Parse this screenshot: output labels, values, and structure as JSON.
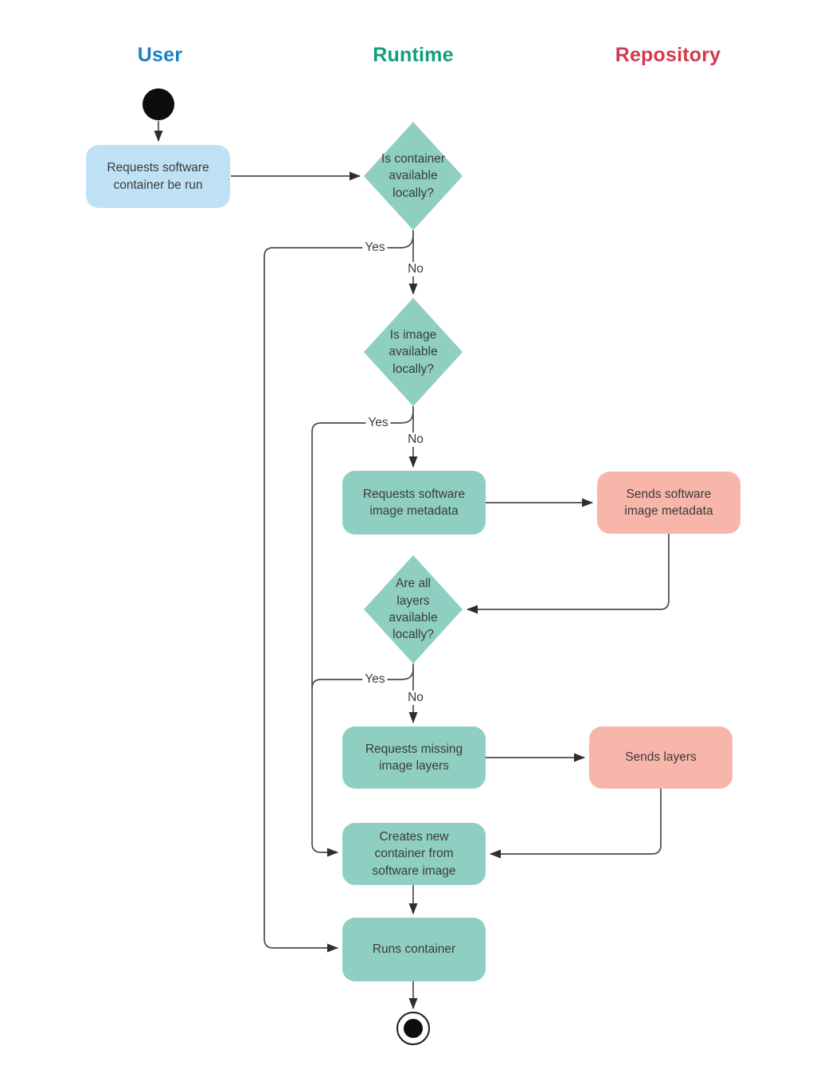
{
  "lanes": [
    {
      "label": "User",
      "color": "#1a80c5"
    },
    {
      "label": "Runtime",
      "color": "#10a078"
    },
    {
      "label": "Repository",
      "color": "#d23a4d"
    }
  ],
  "palette": {
    "user_action_fill": "#bfe1f6",
    "runtime_fill": "#8ecfc1",
    "repository_fill": "#f8b5aa",
    "connector": "#4b4b4b",
    "node_text": "#3b3b3b"
  },
  "nodes": {
    "user_request": "Requests software container be run",
    "decision_container_available": "Is container available locally?",
    "decision_image_available": "Is image available locally?",
    "request_image_metadata": "Requests software image metadata",
    "sends_image_metadata": "Sends software image metadata",
    "decision_layers_available": "Are all layers available locally?",
    "request_missing_layers": "Requests missing image layers",
    "sends_layers": "Sends layers",
    "creates_container": "Creates new container from software image",
    "runs_container": "Runs container"
  },
  "edge_labels": {
    "container_yes": "Yes",
    "container_no": "No",
    "image_yes": "Yes",
    "image_no": "No",
    "layers_yes": "Yes",
    "layers_no": "No"
  }
}
